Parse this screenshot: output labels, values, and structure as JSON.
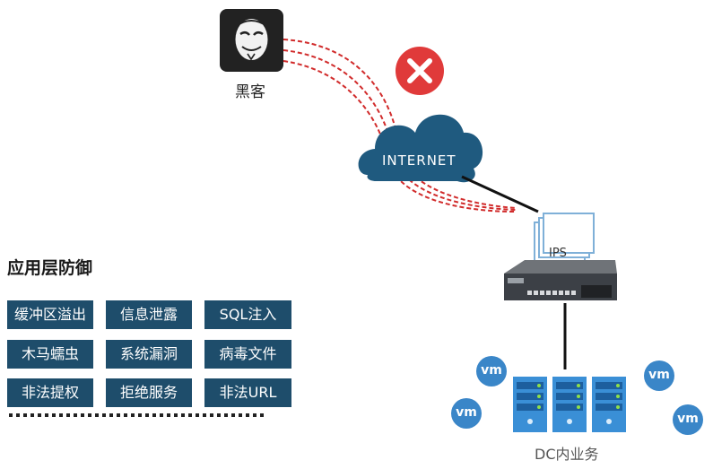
{
  "hacker": {
    "label": "黑客"
  },
  "cloud": {
    "label": "INTERNET"
  },
  "ips": {
    "label": "IPS"
  },
  "defense": {
    "title": "应用层防御",
    "items": [
      "缓冲区溢出",
      "信息泄露",
      "SQL注入",
      "木马蠕虫",
      "系统漏洞",
      "病毒文件",
      "非法提权",
      "拒绝服务",
      "非法URL"
    ]
  },
  "vm": {
    "label": "vm"
  },
  "datacenter": {
    "label": "DC内业务"
  },
  "colors": {
    "navy": "#1e4d6b",
    "attack": "#d12b2b",
    "cloud": "#1f5a7f",
    "server": "#3a8fd6",
    "vm": "#3a86c8",
    "block": "#e03a3a"
  }
}
